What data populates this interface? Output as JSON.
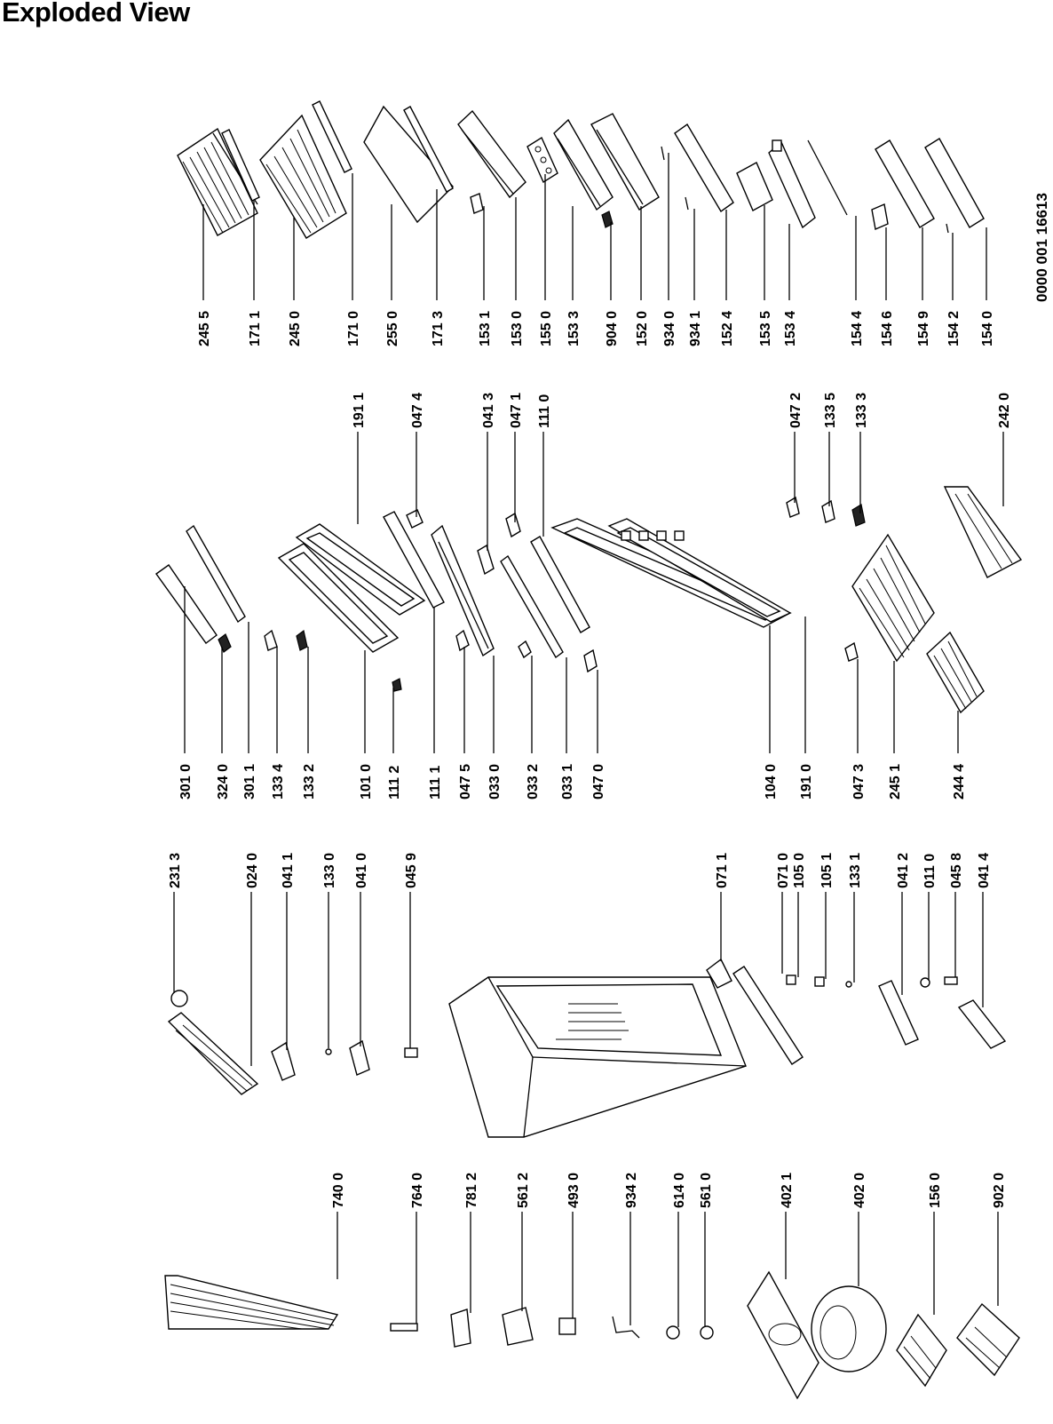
{
  "title": "Exploded View",
  "doc_number": "0000 001 16613",
  "callouts": [
    "245 5",
    "171 1",
    "245 0",
    "171 0",
    "255 0",
    "171 3",
    "153 1",
    "153 0",
    "155 0",
    "153 3",
    "904 0",
    "152 0",
    "934 0",
    "934 1",
    "152 4",
    "153 5",
    "153 4",
    "154 4",
    "154 6",
    "154 9",
    "154 2",
    "154 0",
    "301 0",
    "324 0",
    "301 1",
    "133 4",
    "133 2",
    "101 0",
    "111 2",
    "111 1",
    "047 5",
    "033 0",
    "033 2",
    "033 1",
    "047 0",
    "104 0",
    "191 0",
    "047 3",
    "245 1",
    "244 4",
    "191 1",
    "047 4",
    "041 3",
    "047 1",
    "111 0",
    "047 2",
    "133 5",
    "133 3",
    "242 0",
    "231 3",
    "024 0",
    "041 1",
    "133 0",
    "041 0",
    "045 9",
    "071 1",
    "071 0",
    "105 0",
    "105 1",
    "133 1",
    "041 2",
    "011 0",
    "045 8",
    "041 4",
    "740 0",
    "764 0",
    "781 2",
    "561 2",
    "493 0",
    "934 2",
    "614 0",
    "561 0",
    "402 1",
    "402 0",
    "156 0",
    "902 0"
  ]
}
